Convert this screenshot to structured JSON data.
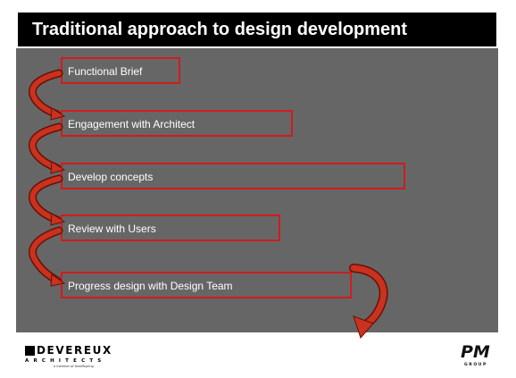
{
  "slide": {
    "title": "Traditional approach to design development",
    "steps": [
      {
        "label": "Functional Brief"
      },
      {
        "label": "Engagement with Architect"
      },
      {
        "label": "Develop concepts"
      },
      {
        "label": "Review with Users"
      },
      {
        "label": "Progress design with Design Team"
      }
    ]
  },
  "footer": {
    "left_logo": {
      "name": "DEVEREUX",
      "sub": "ARCHITECTS",
      "tagline": "a member of theoffspring"
    },
    "right_logo": {
      "mark": "PM",
      "sub": "GROUP"
    }
  },
  "colors": {
    "panel_bg": "#666666",
    "title_bg": "#000000",
    "step_border": "#d01c1c",
    "arrow_fill": "#c8321e",
    "arrow_outline": "#6a0f05"
  }
}
